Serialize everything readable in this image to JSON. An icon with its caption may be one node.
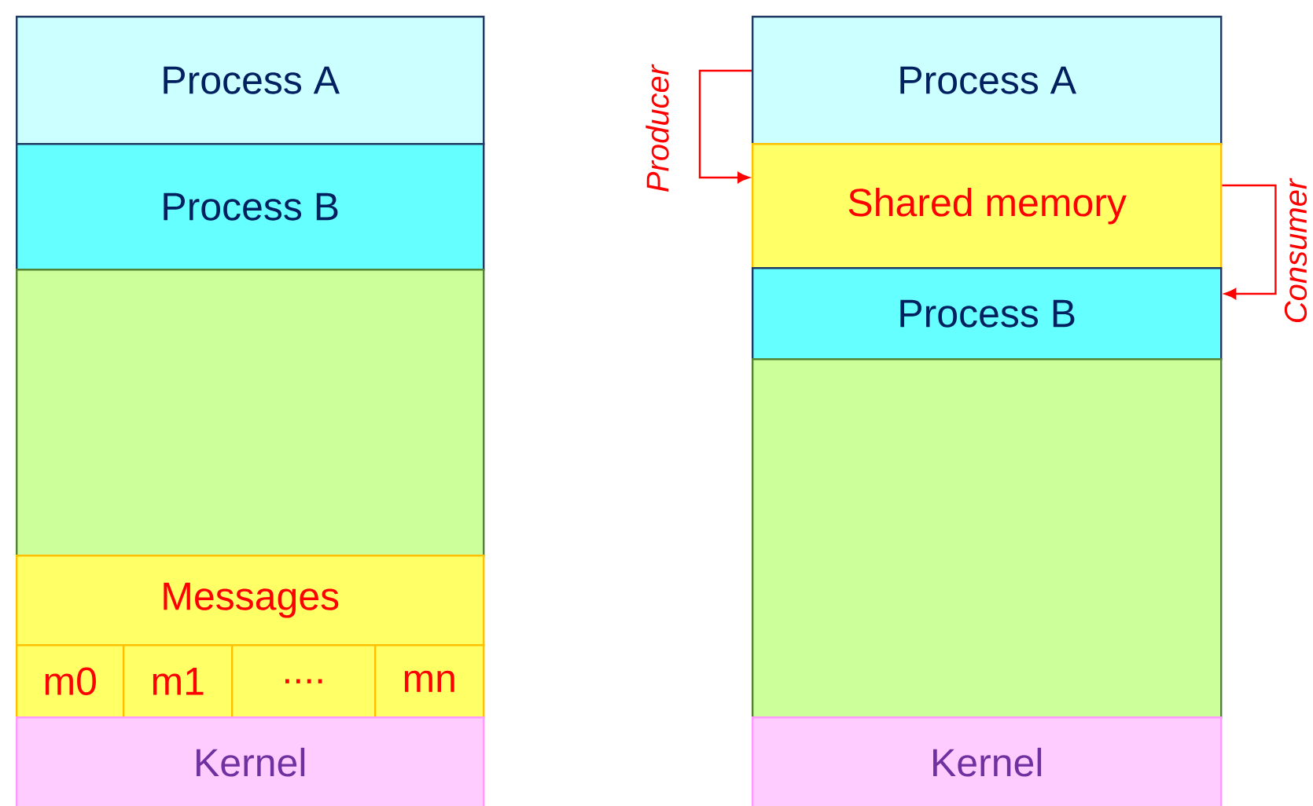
{
  "diagram": {
    "nodes": [
      {
        "text": [
          "Process A"
        ]
      },
      {
        "text": [
          "Process B"
        ]
      },
      {
        "text": [],
        "shape": "box"
      },
      {
        "text": [
          "Messages"
        ]
      },
      {
        "text": [
          "m0"
        ]
      },
      {
        "text": [
          "m1"
        ]
      },
      {
        "text": [
          "...."
        ]
      },
      {
        "text": [
          "mn"
        ]
      },
      {
        "text": [
          "Kernel"
        ]
      },
      {
        "text": [
          "Process A"
        ]
      },
      {
        "text": [
          "Shared memory"
        ]
      },
      {
        "text": [
          "Process B"
        ]
      },
      {
        "text": [],
        "shape": "box"
      },
      {
        "text": [
          "Kernel"
        ]
      }
    ],
    "edges": [
      {
        "from": 9,
        "to": 10,
        "arrow": "to",
        "label": "Producer"
      },
      {
        "from": 10,
        "to": 11,
        "arrow": "to",
        "label": "Consumer"
      }
    ]
  }
}
